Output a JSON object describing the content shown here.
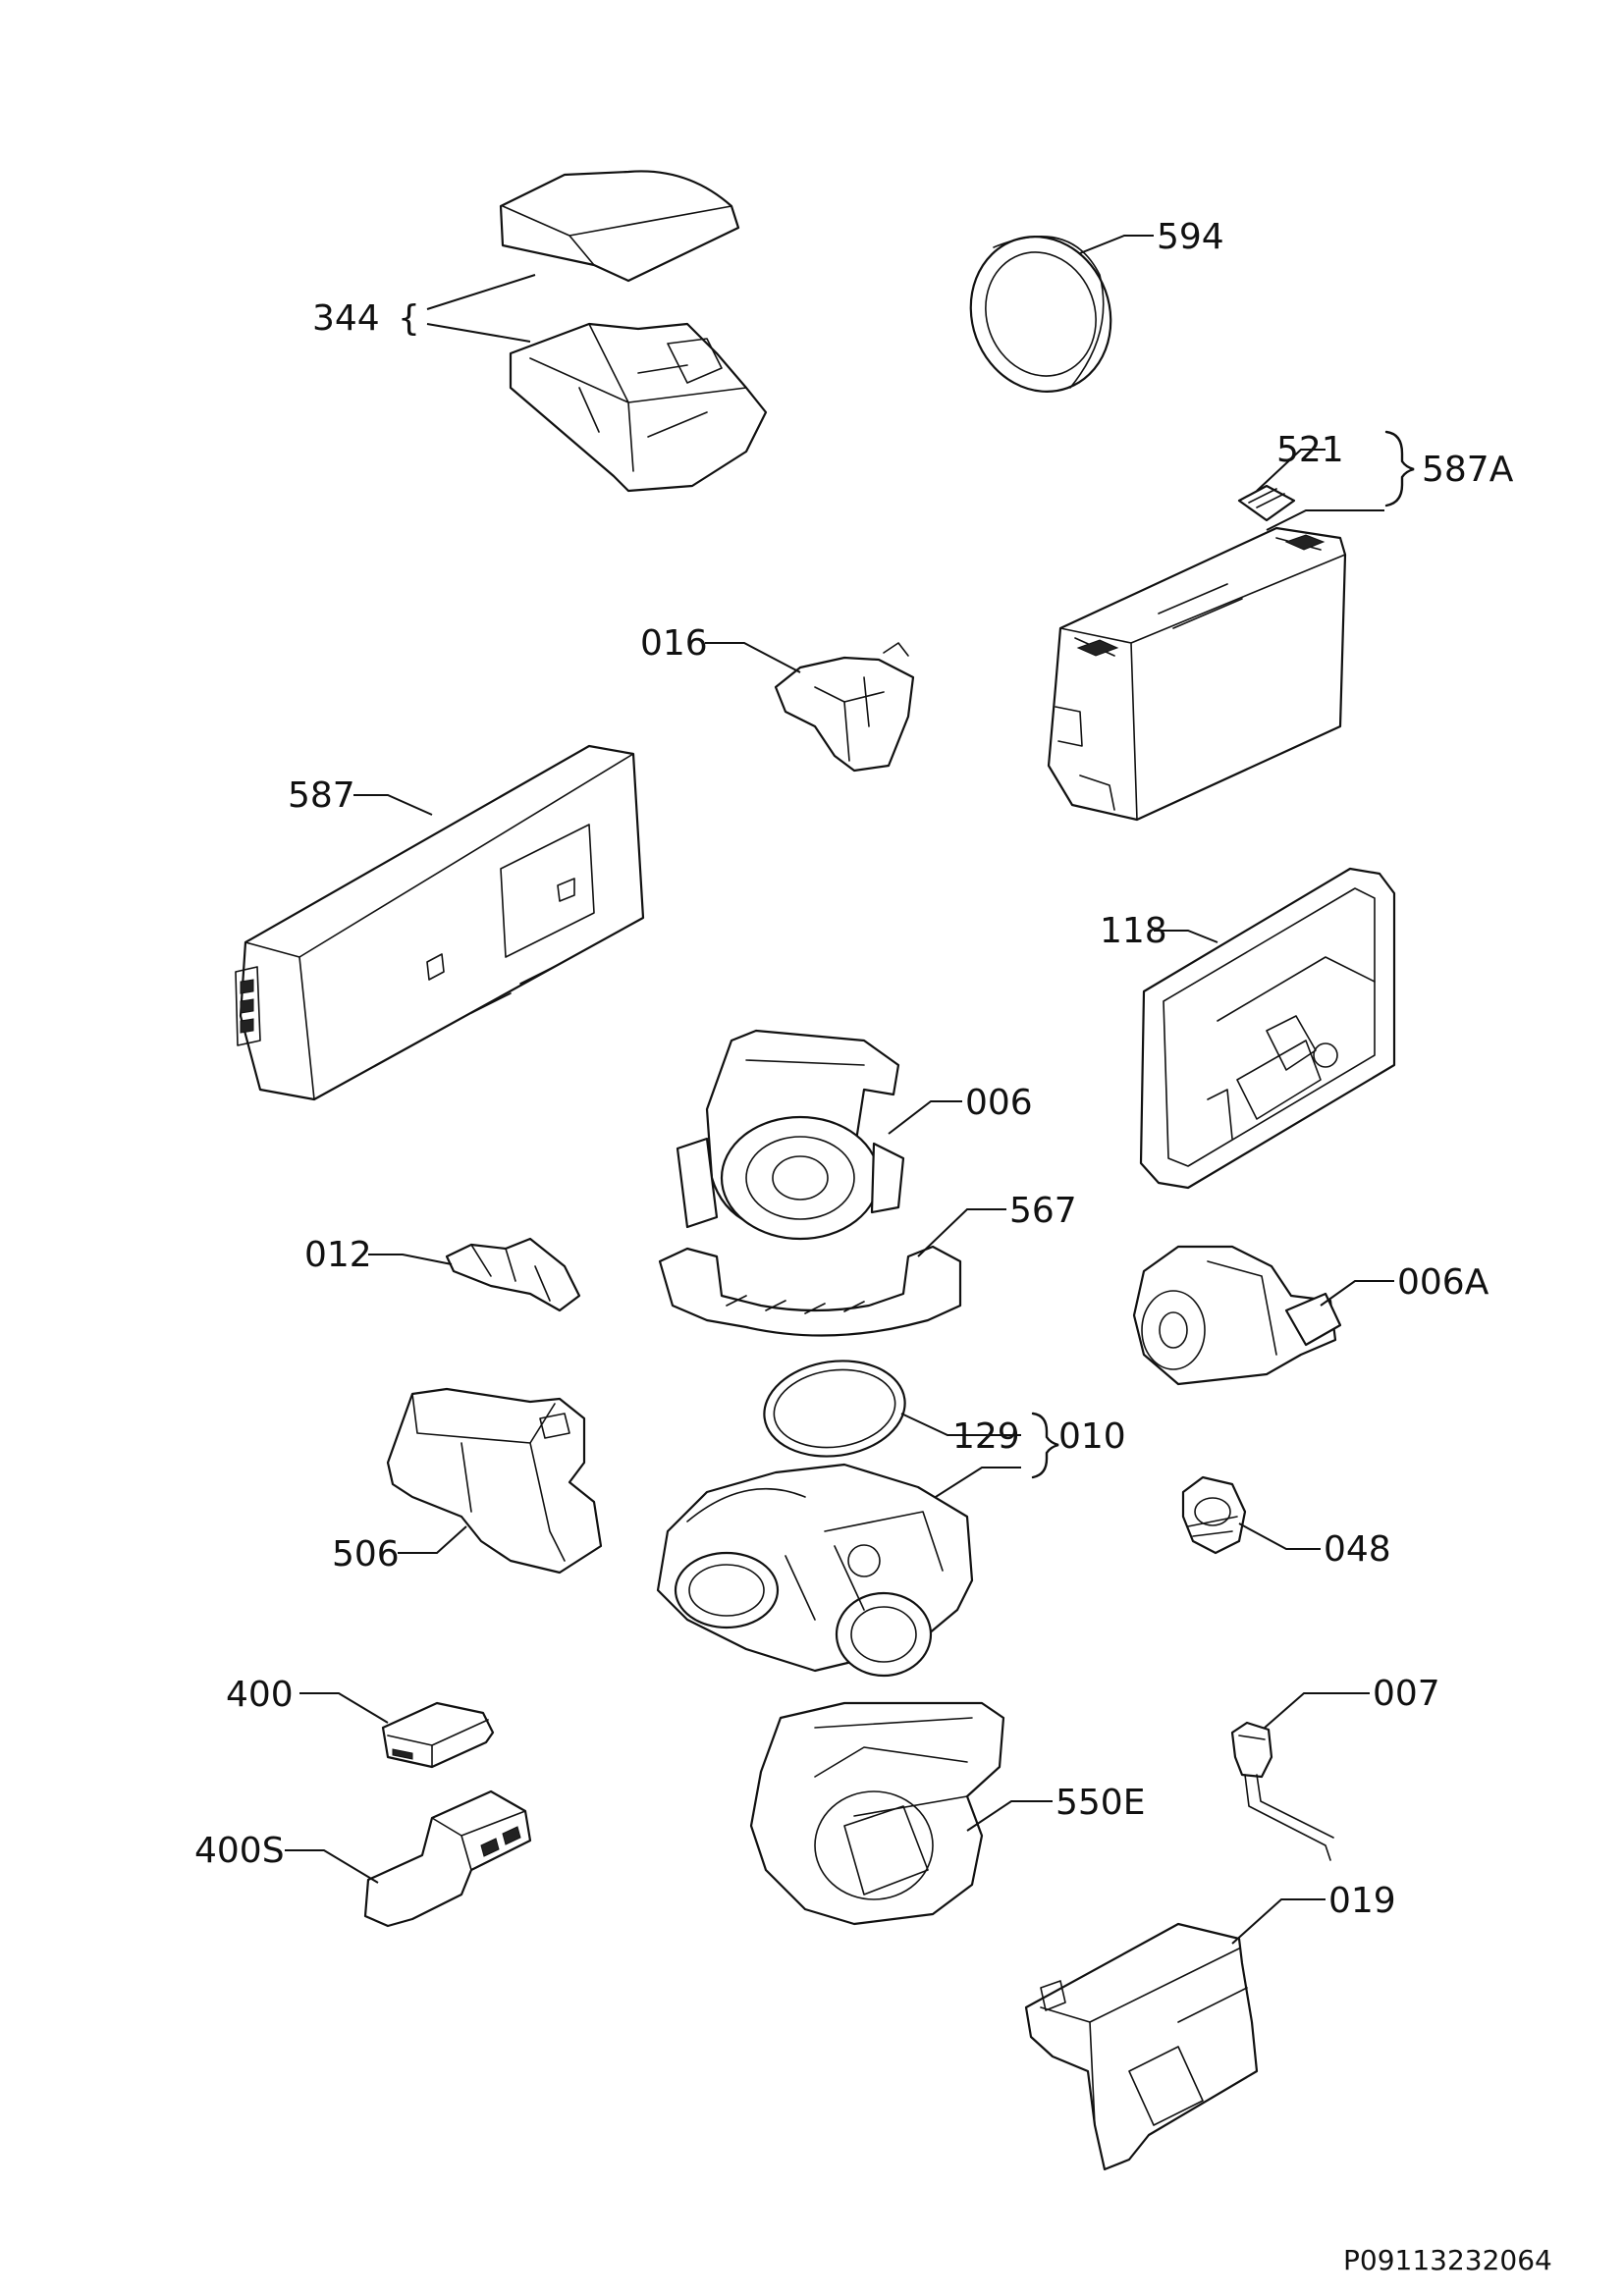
{
  "title": "",
  "document_ref": "P09113232064",
  "labels": {
    "l344": "344",
    "l594": "594",
    "l521": "521",
    "l587A": "587A",
    "l016": "016",
    "l587": "587",
    "l118": "118",
    "l006": "006",
    "l567": "567",
    "l012": "012",
    "l006A": "006A",
    "l129": "129",
    "l010": "010",
    "l506": "506",
    "l048": "048",
    "l400": "400",
    "l007": "007",
    "l550E": "550E",
    "l400S": "400S",
    "l019": "019"
  },
  "colors": {
    "line": "#111111",
    "background": "#ffffff"
  }
}
